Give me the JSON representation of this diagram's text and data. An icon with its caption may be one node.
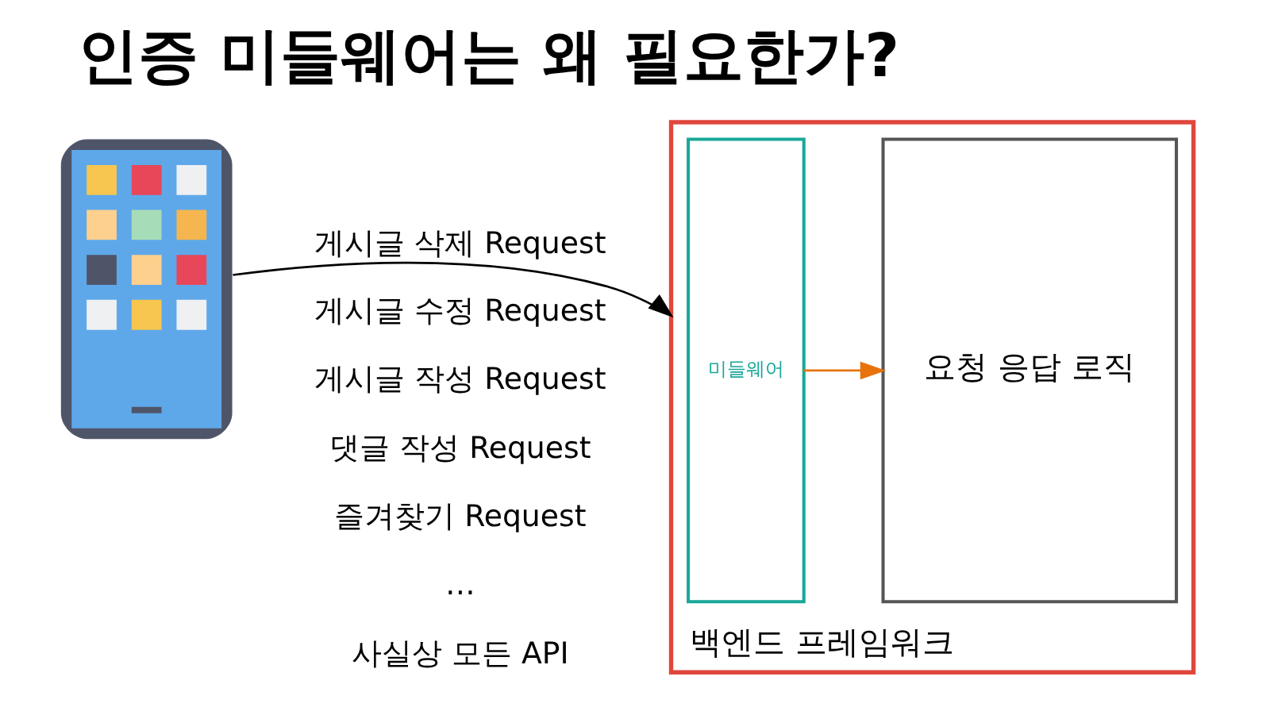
{
  "diagram": {
    "title": "인증 미들웨어는 왜 필요한가?",
    "nodes": [
      {
        "text": [],
        "shape": "picture"
      },
      {
        "text": [
          "백엔드 프레임워크"
        ]
      },
      {
        "text": [
          "미들웨어"
        ],
        "in": 1
      },
      {
        "text": [
          "요청 응답 로직"
        ],
        "in": 1
      }
    ],
    "edges": [
      {
        "from": 0,
        "to": 1,
        "arrow": "to",
        "label": "게시글 삭제 Request"
      },
      {
        "from": 2,
        "to": 3,
        "arrow": "to",
        "color": "#e8730c"
      }
    ],
    "labels": [
      "게시글 수정 Request",
      "게시글 작성 Request",
      "댓글 작성 Request",
      "즐겨찾기 Request",
      "…",
      "사실상 모든 API"
    ]
  }
}
